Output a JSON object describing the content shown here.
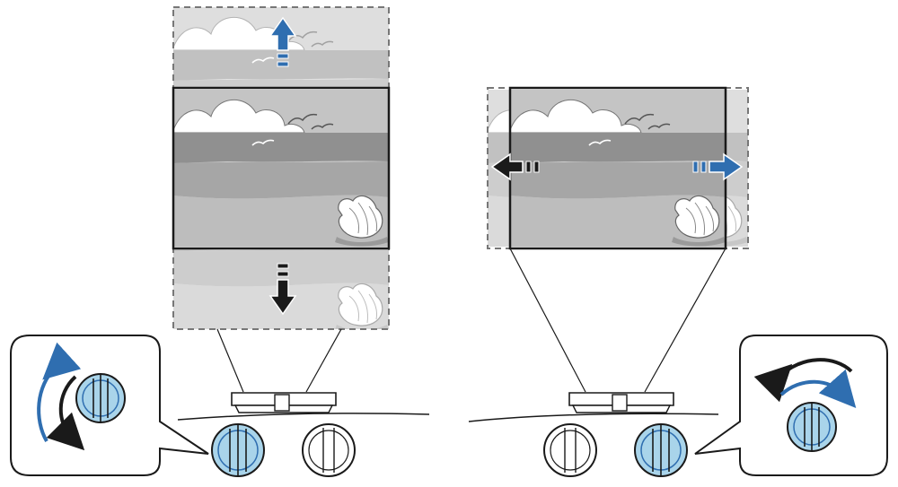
{
  "diagram": {
    "left_panel": {
      "shift_axis": "vertical",
      "active_dial": "left",
      "rotation": "up-and-down"
    },
    "right_panel": {
      "shift_axis": "horizontal",
      "active_dial": "right",
      "rotation": "left-and-right"
    },
    "colors": {
      "accent": "#2f6eb0",
      "dial_fill": "#a9d4ea",
      "outline": "#1a1a1a",
      "image_dark": "#8a8a8a",
      "image_mid": "#a2a2a2",
      "image_light": "#c2c2c2",
      "shifted_area": "#d0d0d0"
    },
    "icons": [
      "arrow-up-icon",
      "arrow-down-icon",
      "arrow-left-icon",
      "arrow-right-icon",
      "rotate-vertical-icon",
      "rotate-horizontal-icon",
      "lens-dial-icon",
      "projector-icon",
      "seashell-icon",
      "seagull-icon",
      "cloud-icon"
    ]
  }
}
